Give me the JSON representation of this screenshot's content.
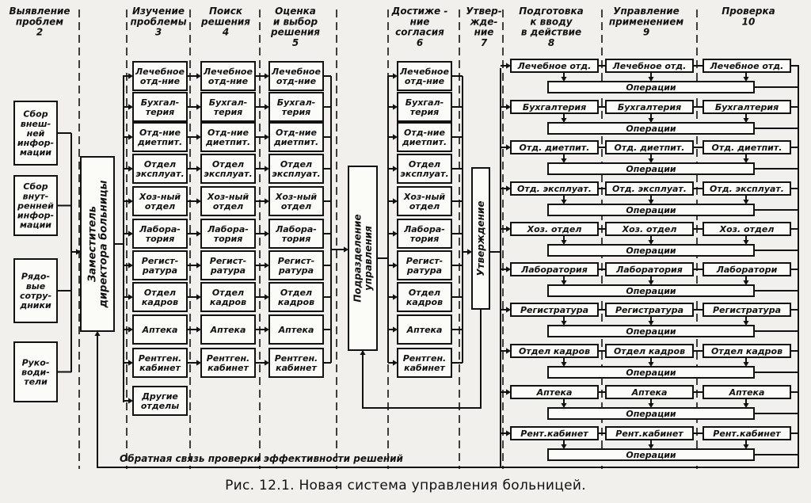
{
  "columns": [
    {
      "title": "Выявление\nпроблем",
      "num": "2"
    },
    {
      "title": "Изучение\nпроблемы",
      "num": "3"
    },
    {
      "title": "Поиск\nрешения",
      "num": "4"
    },
    {
      "title": "Оценка\nи выбор\nрешения",
      "num": "5"
    },
    {
      "title": "Достиже -\nние\nсогласия",
      "num": "6"
    },
    {
      "title": "Утвер-\nжде-\nние",
      "num": "7"
    },
    {
      "title": "Подготовка\nк вводу\nв действие",
      "num": "8"
    },
    {
      "title": "Управление\nприменением",
      "num": "9"
    },
    {
      "title": "Проверка",
      "num": "10"
    }
  ],
  "sources": [
    "Сбор\nвнеш-\nней\nинфор-\nмации",
    "Сбор\nвнут-\nренней\nинфор-\nмации",
    "Рядо-\nвые\nсотру-\nдники",
    "Руко-\nводи-\nтели"
  ],
  "deputy": "Заместитель\nдиректора больницы",
  "management_unit": "Подразделение\nуправления",
  "approval": "Утверждение",
  "col3_departments": [
    "Лечебное\nотд-ние",
    "Бухгал-\nтерия",
    "Отд-ние\nдиетпит.",
    "Отдел\nэксплуат.",
    "Хоз-ный\nотдел",
    "Лабора-\nтория",
    "Регист-\nратура",
    "Отдел\nкадров",
    "Аптека",
    "Рентген.\nкабинет",
    "Другие\nотделы"
  ],
  "col4_departments": [
    "Лечебное\nотд-ние",
    "Бухгал-\nтерия",
    "Отд-ние\nдиетпит.",
    "Отдел\nэксплуат.",
    "Хоз-ный\nотдел",
    "Лабора-\nтория",
    "Регист-\nратура",
    "Отдел\nкадров",
    "Аптека",
    "Рентген.\nкабинет"
  ],
  "col5_departments": [
    "Лечебное\nотд-ние",
    "Бухгал-\nтерия",
    "Отд-ние\nдиетпит.",
    "Отдел\nэксплуат.",
    "Хоз-ный\nотдел",
    "Лабора-\nтория",
    "Регист-\nратура",
    "Отдел\nкадров",
    "Аптека",
    "Рентген.\nкабинет"
  ],
  "col6_departments": [
    "Лечебное\nотд-ние",
    "Бухгал-\nтерия",
    "Отд-ние\nдиетпит.",
    "Отдел\nэксплуат.",
    "Хоз-ный\nотдел",
    "Лабора-\nтория",
    "Регист-\nратура",
    "Отдел\nкадров",
    "Аптека",
    "Рентген.\nкабинет"
  ],
  "col8_departments": [
    "Лечебное отд.",
    "Бухгалтерия",
    "Отд. диетпит.",
    "Отд. эксплуат.",
    "Хоз. отдел",
    "Лаборатория",
    "Регистратура",
    "Отдел кадров",
    "Аптека",
    "Рент.кабинет"
  ],
  "col9_departments": [
    "Лечебное отд.",
    "Бухгалтерия",
    "Отд. диетпит.",
    "Отд. эксплуат.",
    "Хоз. отдел",
    "Лаборатория",
    "Регистратура",
    "Отдел кадров",
    "Аптека",
    "Рент.кабинет"
  ],
  "col10_departments": [
    "Лечебное отд.",
    "Бухгалтерия",
    "Отд. диетпит.",
    "Отд. эксплуат.",
    "Хоз. отдел",
    "Лаборатори",
    "Регистратура",
    "Отдел кадров",
    "Аптека",
    "Рент.кабинет"
  ],
  "operations_label": "Операции",
  "feedback_label": "Обратная связь проверки эффективности решений",
  "caption": "Рис. 12.1. Новая система управления больницей."
}
